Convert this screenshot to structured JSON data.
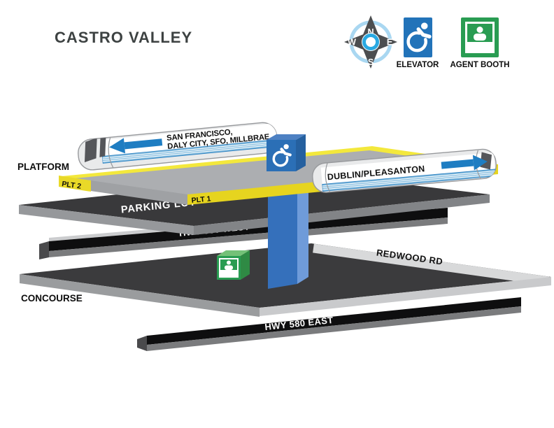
{
  "title": "CASTRO VALLEY",
  "legend": {
    "compass": {
      "n": "N",
      "e": "E",
      "s": "S",
      "w": "W"
    },
    "elevator_label": "ELEVATOR",
    "agent_booth_label": "AGENT BOOTH"
  },
  "levels": {
    "platform_label": "PLATFORM",
    "concourse_label": "CONCOURSE",
    "plt1_label": "PLT 1",
    "plt2_label": "PLT 2"
  },
  "roads": {
    "parking_label": "PARKING LOT",
    "hwy_west_label": "HWY 580 WEST",
    "redwood_label": "REDWOOD RD",
    "hwy_east_label": "HWY 580 EAST"
  },
  "trains": {
    "westbound": {
      "line1": "SAN FRANCISCO,",
      "line2": "DALY CITY, SFO, MILLBRAE",
      "direction": "left"
    },
    "eastbound": {
      "label": "DUBLIN/PLEASANTON",
      "direction": "right"
    }
  },
  "colors": {
    "arrow_blue": "#1e7dc2",
    "elevator_blue": "#2273b9",
    "column_blue": "#3570bb",
    "agent_green": "#299c52",
    "platform_yellow": "#f3e83c",
    "platform_gray": "#acaeb1",
    "road_black": "#0e0e0f",
    "layer_dark": "#39393b",
    "compass_blue": "#29a9e2"
  }
}
